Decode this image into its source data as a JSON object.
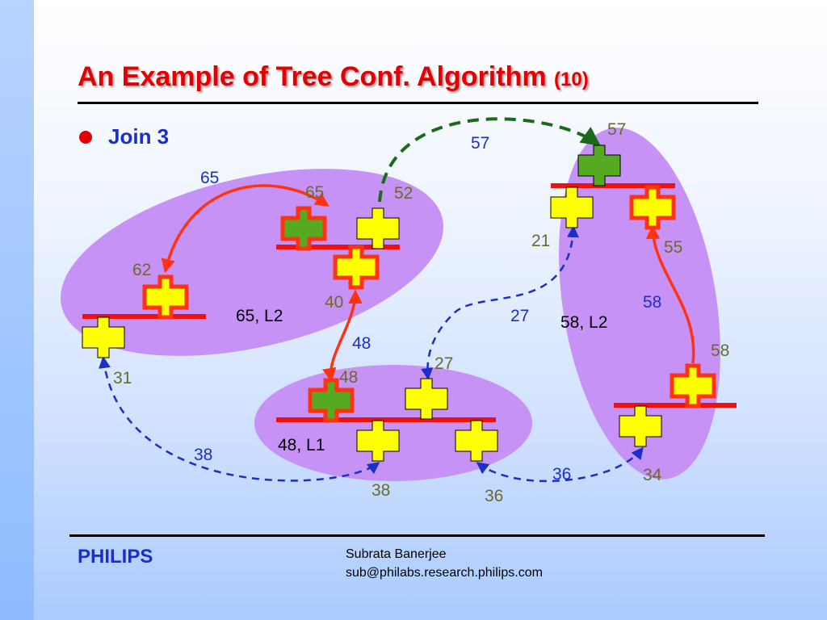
{
  "slide": {
    "title": "An Example of Tree Conf. Algorithm",
    "title_suffix": "(10)",
    "bullet": "Join 3"
  },
  "footer": {
    "brand": "PHILIPS",
    "author_name": "Subrata Banerjee",
    "author_email": "sub@philabs.research.philips.com"
  },
  "diagram": {
    "clusters": [
      {
        "label": "65, L2"
      },
      {
        "label": "48, L1"
      },
      {
        "label": "58, L2"
      }
    ],
    "node_labels": {
      "n31": "31",
      "n62": "62",
      "n65": "65",
      "n52": "52",
      "n40": "40",
      "n48": "48",
      "n27": "27",
      "n38": "38",
      "n36": "36",
      "n57": "57",
      "n21": "21",
      "n55": "55",
      "n58": "58",
      "n34": "34"
    },
    "edge_labels": {
      "e65": "65",
      "e57": "57",
      "e48": "48",
      "e27": "27",
      "e38": "38",
      "e36": "36",
      "e58": "58"
    }
  },
  "colors": {
    "cluster_fill": "#c792f6",
    "bar": "#ee1111",
    "node_yellow": "#ffff00",
    "node_green": "#55aa22",
    "node_border_red": "#ff3311",
    "solid_arrow": "#ff3311",
    "dashed_blue": "#1a2fc8",
    "dashed_green": "#1a6a1a",
    "node_label": "#6a6a2a",
    "edge_label": "#1a2fc8"
  }
}
